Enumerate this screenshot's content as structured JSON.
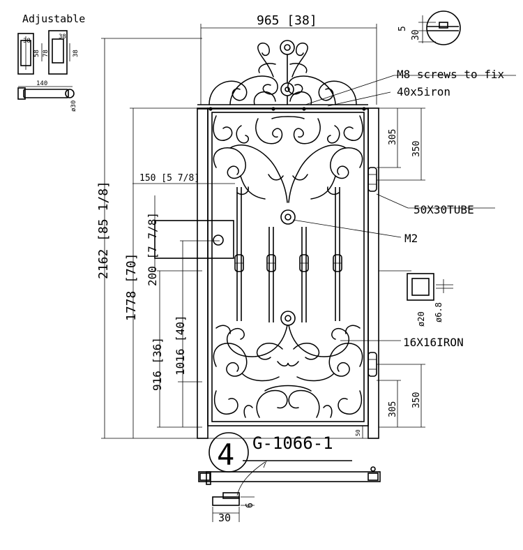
{
  "title_adjustable": "Adjustable",
  "hinge_detail": {
    "w": "38",
    "h1": "58",
    "h2": "78",
    "w2": "38",
    "len": "140",
    "dia": "ø30"
  },
  "top_detail": {
    "a": "5",
    "b": "30"
  },
  "dims": {
    "width": "965 [38]",
    "total_height": "2162 [85 1/8]",
    "gate_height": "1778 [70]",
    "lock_offset": "150 [5 7/8]",
    "lock_box": "200 [7 7/8]",
    "lock_height_a": "1016 [40]",
    "lock_height_b": "916 [36]",
    "hinge_top_305": "305",
    "hinge_top_350": "350",
    "hinge_bot_305": "305",
    "hinge_bot_350": "350",
    "gap": "50"
  },
  "callouts": {
    "screws": "M8 screws to fix",
    "flat": "40x5iron",
    "tube": "50X30TUBE",
    "rosette": "M2",
    "bars": "16X16IRON"
  },
  "tube_section": {
    "a": "ø20",
    "b": "ø6.8"
  },
  "label": {
    "number": "4",
    "code": "G-1066-1"
  },
  "bottom_detail": {
    "a": "30",
    "b": "6"
  }
}
